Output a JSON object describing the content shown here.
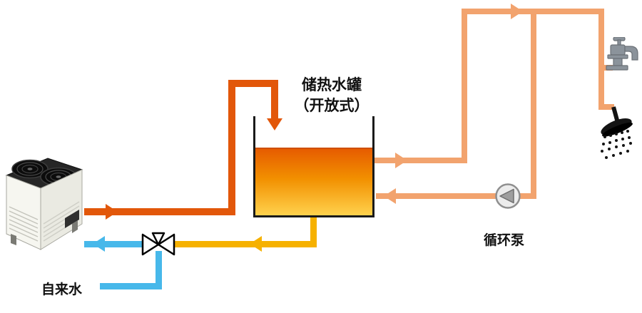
{
  "labels": {
    "tank_name": "储热水罐",
    "tank_type": "（开放式）",
    "circulation_pump": "循环泵",
    "tap_water": "自来水"
  },
  "colors": {
    "hot_supply_pipe": "#e2570a",
    "hot_distribution_pipe": "#f2a36e",
    "warm_return_pipe": "#f6b100",
    "cold_water_pipe": "#47b8ea",
    "tank_liquid_top": "#e65c00",
    "tank_liquid_mid": "#f29000",
    "tank_liquid_bottom": "#ffd24d"
  }
}
